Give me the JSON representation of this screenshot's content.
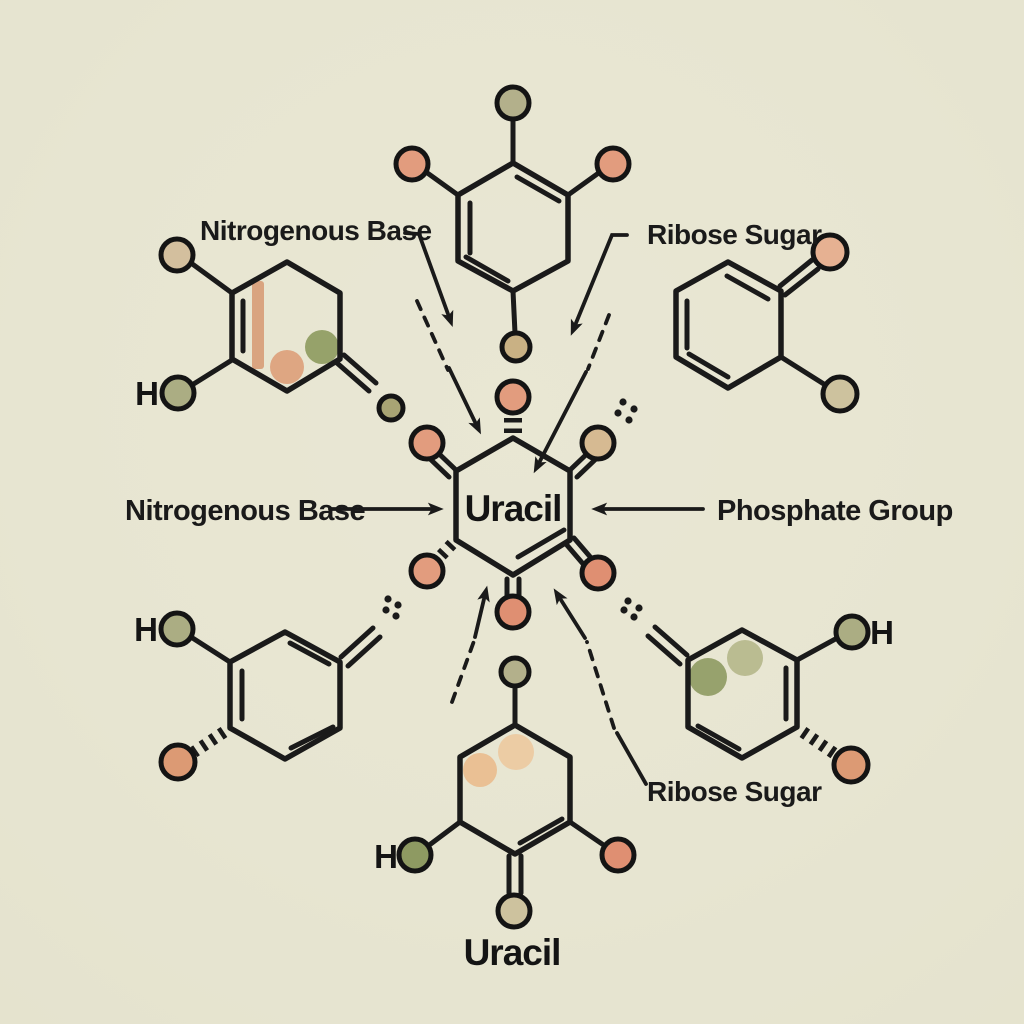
{
  "background_color": "#e7e5d1",
  "ink_color": "#1a1a1a",
  "palette": {
    "salmon": "#e29c7e",
    "salmon_deep": "#dc9a74",
    "coral": "#df8f72",
    "peach": "#e6b192",
    "peach_light": "#ecc79c",
    "peach_mid": "#eab684",
    "tan": "#d3bf9e",
    "tan_warm": "#d6ba92",
    "khaki": "#c9b184",
    "khaki_pale": "#cdc29e",
    "olive": "#b3b08b",
    "sage": "#abad83",
    "green": "#8e9a62",
    "green_light": "#b2b486",
    "green_deep": "#8d9a5e",
    "rust": "#d4946c",
    "dot_olive": "#a8a474"
  },
  "center_molecule": {
    "name": "Uracil"
  },
  "caption": {
    "text": "Uracil"
  },
  "labels": {
    "top_left": "Nitrogenous Base",
    "top_right": "Ribose Sugar",
    "mid_left": "Nitrogenous Base",
    "mid_right": "Phosphate Group",
    "bottom_right": "Ribose Sugar"
  },
  "atom_labels": {
    "hydrogen": "H"
  }
}
